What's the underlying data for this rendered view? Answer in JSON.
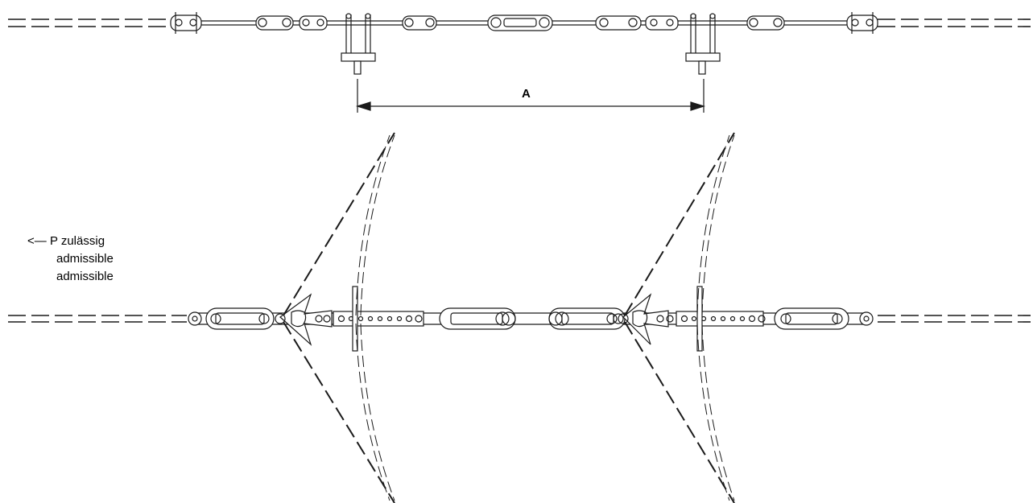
{
  "dimension": {
    "label": "A"
  },
  "load_note": {
    "arrow": "<—",
    "symbol": "P",
    "line1": "zulässig",
    "line2": "admissible",
    "line3": "admissible"
  },
  "colors": {
    "line": "#1a1a1a",
    "fill": "#ffffff",
    "background": "#ffffff"
  }
}
